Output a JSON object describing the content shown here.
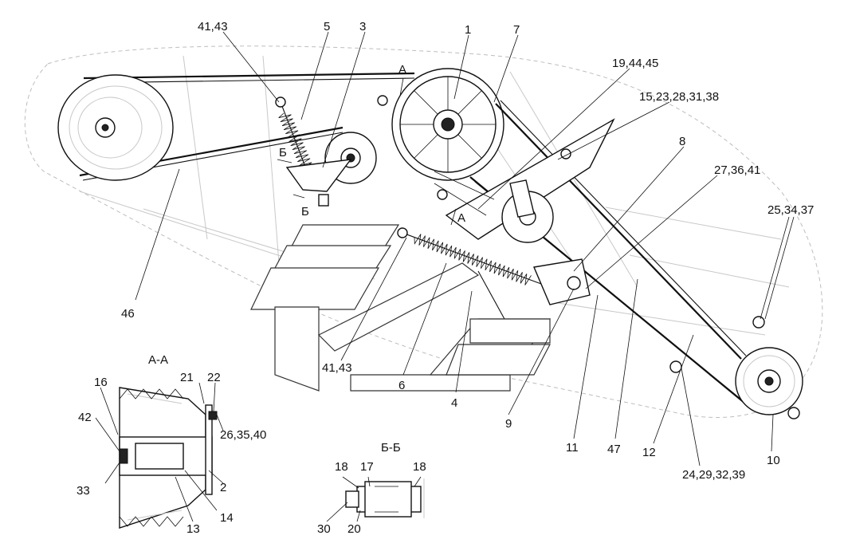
{
  "callouts": [
    {
      "id": "c-41-43-top",
      "text": "41,43"
    },
    {
      "id": "c-5",
      "text": "5"
    },
    {
      "id": "c-3",
      "text": "3"
    },
    {
      "id": "c-1",
      "text": "1"
    },
    {
      "id": "c-7",
      "text": "7"
    },
    {
      "id": "c-19-44-45",
      "text": "19,44,45"
    },
    {
      "id": "c-15-23",
      "text": "15,23,28,31,38"
    },
    {
      "id": "c-8",
      "text": "8"
    },
    {
      "id": "c-27-36-41",
      "text": "27,36,41"
    },
    {
      "id": "c-25-34-37",
      "text": "25,34,37"
    },
    {
      "id": "c-46",
      "text": "46"
    },
    {
      "id": "c-41-43-bottom",
      "text": "41,43"
    },
    {
      "id": "c-6",
      "text": "6"
    },
    {
      "id": "c-4",
      "text": "4"
    },
    {
      "id": "c-9",
      "text": "9"
    },
    {
      "id": "c-11",
      "text": "11"
    },
    {
      "id": "c-47",
      "text": "47"
    },
    {
      "id": "c-12",
      "text": "12"
    },
    {
      "id": "c-24-29",
      "text": "24,29,32,39"
    },
    {
      "id": "c-10",
      "text": "10"
    },
    {
      "id": "c-sec-a-1",
      "text": "А"
    },
    {
      "id": "c-sec-a-2",
      "text": "А"
    },
    {
      "id": "c-sec-b-1",
      "text": "Б"
    },
    {
      "id": "c-sec-b-2",
      "text": "Б"
    }
  ],
  "section_aa": {
    "title": "А-А",
    "labels": [
      {
        "id": "aa-16",
        "text": "16"
      },
      {
        "id": "aa-21",
        "text": "21"
      },
      {
        "id": "aa-22",
        "text": "22"
      },
      {
        "id": "aa-42",
        "text": "42"
      },
      {
        "id": "aa-26",
        "text": "26,35,40"
      },
      {
        "id": "aa-33",
        "text": "33"
      },
      {
        "id": "aa-2",
        "text": "2"
      },
      {
        "id": "aa-14",
        "text": "14"
      },
      {
        "id": "aa-13",
        "text": "13"
      }
    ]
  },
  "section_bb": {
    "title": "Б-Б",
    "labels": [
      {
        "id": "bb-18a",
        "text": "18"
      },
      {
        "id": "bb-17",
        "text": "17"
      },
      {
        "id": "bb-18b",
        "text": "18"
      },
      {
        "id": "bb-30",
        "text": "30"
      },
      {
        "id": "bb-20",
        "text": "20"
      }
    ]
  }
}
